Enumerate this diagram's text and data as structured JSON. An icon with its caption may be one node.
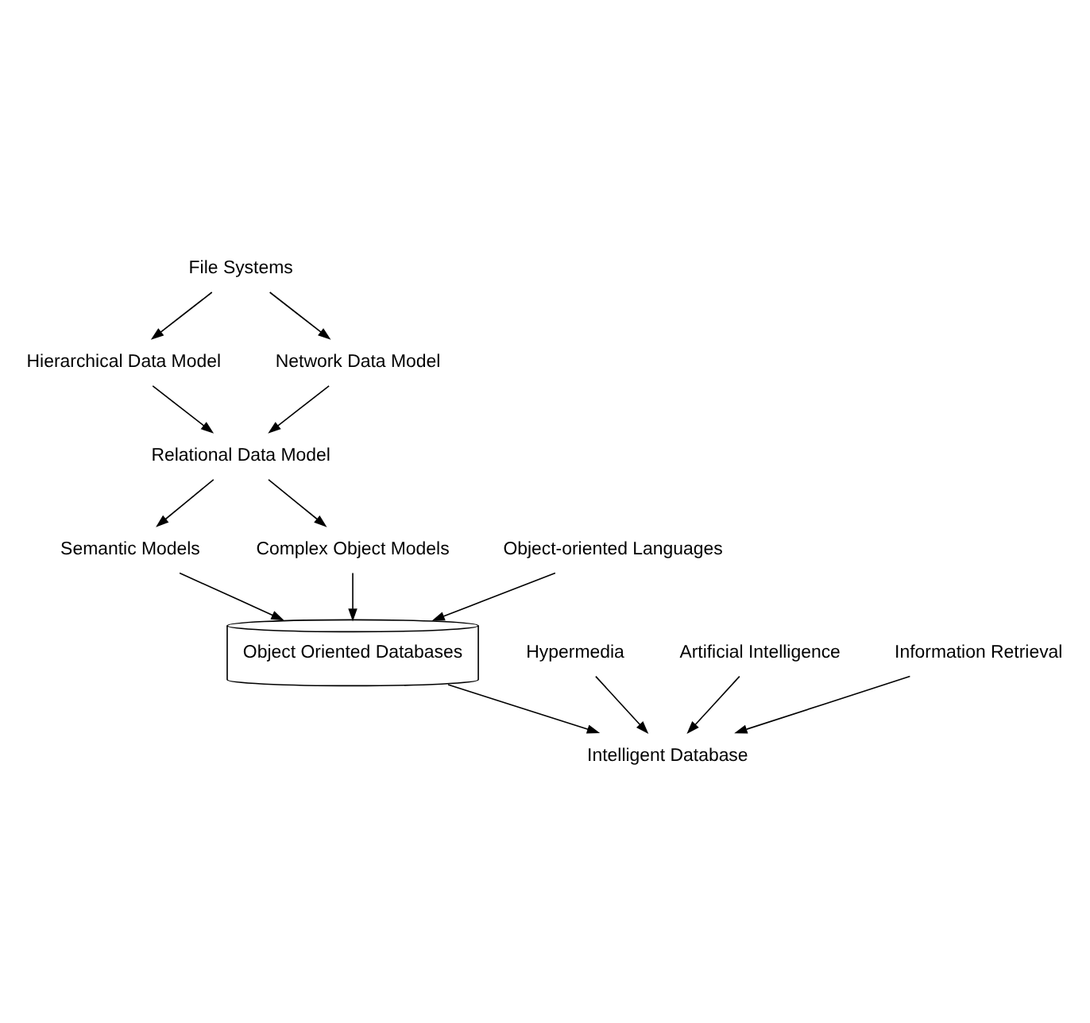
{
  "diagram": {
    "nodes": [
      {
        "text": [
          "File Systems"
        ]
      },
      {
        "text": [
          "Hierarchical Data Model"
        ]
      },
      {
        "text": [
          "Network Data Model"
        ]
      },
      {
        "text": [
          "Relational Data Model"
        ]
      },
      {
        "text": [
          "Object-oriented Languages"
        ]
      },
      {
        "text": [
          "Semantic Models"
        ]
      },
      {
        "text": [
          "Complex Object Models"
        ]
      },
      {
        "text": [
          "Object Oriented Databases"
        ]
      },
      {
        "text": [
          "Hypermedia"
        ]
      },
      {
        "text": [
          "Artificial Intelligence"
        ]
      },
      {
        "text": [
          "Information Retrieval"
        ]
      },
      {
        "text": [
          "Intelligent Database"
        ]
      }
    ],
    "edges": [
      {
        "from": 0,
        "to": 1,
        "arrow": "to"
      },
      {
        "from": 0,
        "to": 2,
        "arrow": "to"
      },
      {
        "from": 1,
        "to": 3,
        "arrow": "to"
      },
      {
        "from": 2,
        "to": 3,
        "arrow": "to"
      },
      {
        "from": 3,
        "to": 5,
        "arrow": "to"
      },
      {
        "from": 3,
        "to": 6,
        "arrow": "to"
      },
      {
        "from": 4,
        "to": 7,
        "arrow": "to"
      },
      {
        "from": 5,
        "to": 7,
        "arrow": "to"
      },
      {
        "from": 6,
        "to": 7,
        "arrow": "to"
      },
      {
        "from": 8,
        "to": 11,
        "arrow": "to"
      },
      {
        "from": 7,
        "to": 11,
        "arrow": "to"
      },
      {
        "from": 9,
        "to": 11,
        "arrow": "to"
      },
      {
        "from": 10,
        "to": 11,
        "arrow": "to"
      }
    ]
  }
}
